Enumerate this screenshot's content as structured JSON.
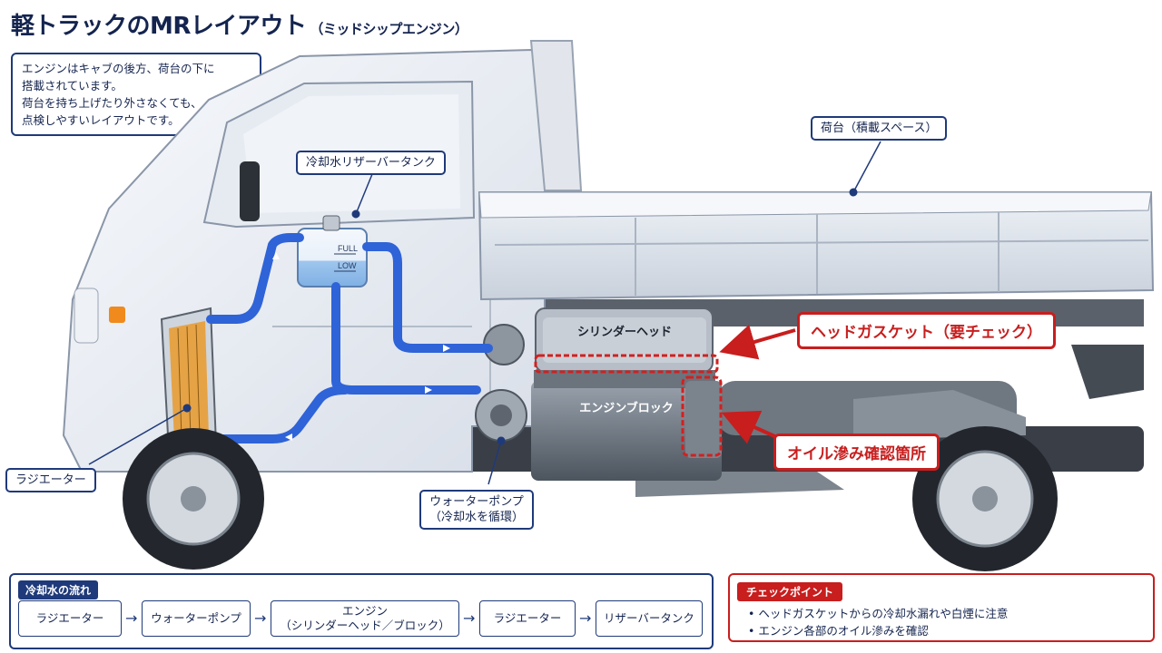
{
  "title": {
    "main": "軽トラックのMRレイアウト",
    "sub": "（ミッドシップエンジン）"
  },
  "intro": {
    "lines": [
      "エンジンはキャブの後方、荷台の下に",
      "搭載されています。",
      "荷台を持ち上げたり外さなくても、",
      "点検しやすいレイアウトです。"
    ]
  },
  "tank": {
    "full": "FULL",
    "low": "LOW"
  },
  "engine": {
    "cylinder_head": "シリンダーヘッド",
    "block": "エンジンブロック"
  },
  "labels": {
    "reservoir": "冷却水リザーバータンク",
    "bed": "荷台（積載スペース）",
    "gasket": "ヘッドガスケット（要チェック）",
    "oil": "オイル滲み確認箇所",
    "radiator": "ラジエーター",
    "pump_line1": "ウォーターポンプ",
    "pump_line2": "（冷却水を循環）"
  },
  "flow": {
    "heading": "冷却水の流れ",
    "steps": [
      {
        "line1": "ラジエーター",
        "line2": ""
      },
      {
        "line1": "ウォーターポンプ",
        "line2": ""
      },
      {
        "line1": "エンジン",
        "line2": "（シリンダーヘッド／ブロック）"
      },
      {
        "line1": "ラジエーター",
        "line2": ""
      },
      {
        "line1": "リザーバータンク",
        "line2": ""
      }
    ],
    "arrow": "→"
  },
  "checkpoints": {
    "heading": "チェックポイント",
    "items": [
      "• ヘッドガスケットからの冷却水漏れや白煙に注意",
      "• エンジン各部のオイル滲みを確認"
    ]
  },
  "colors": {
    "navy": "#1f3a7a",
    "coolant": "#2f63d8",
    "alert": "#c81e1e"
  }
}
